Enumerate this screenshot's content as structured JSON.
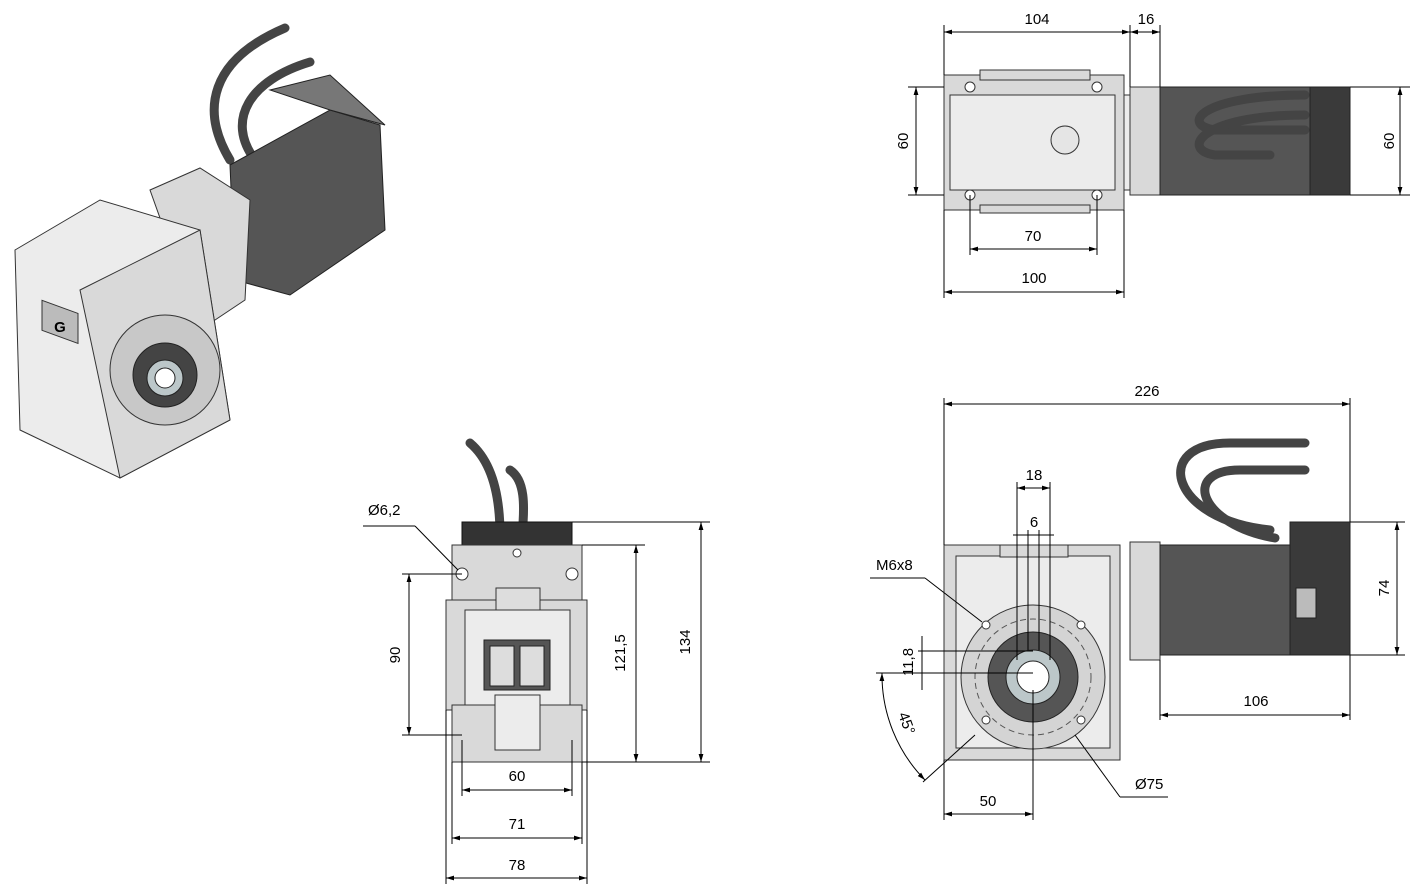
{
  "drawing": {
    "top_view": {
      "length_gearbox": "104",
      "flange_offset": "16",
      "height_left": "60",
      "hole_spacing": "70",
      "width_total": "100",
      "height_right": "60"
    },
    "front_view": {
      "overall_length": "226",
      "keyway_outer": "18",
      "keyway_width": "6",
      "motor_height": "74",
      "thread": "M6x8",
      "key_height": "11,8",
      "angle": "45°",
      "motor_length": "106",
      "center_offset": "50",
      "bolt_circle": "Ø75"
    },
    "side_view": {
      "hole_diameter": "Ø6,2",
      "hole_spacing_vertical": "90",
      "height_center": "121,5",
      "height_total": "134",
      "base_inner": "60",
      "base_mid": "71",
      "base_total": "78"
    },
    "logo_letter": "G"
  },
  "colors": {
    "housing": "#d9d9d9",
    "motor": "#555555",
    "cable": "#444444"
  }
}
